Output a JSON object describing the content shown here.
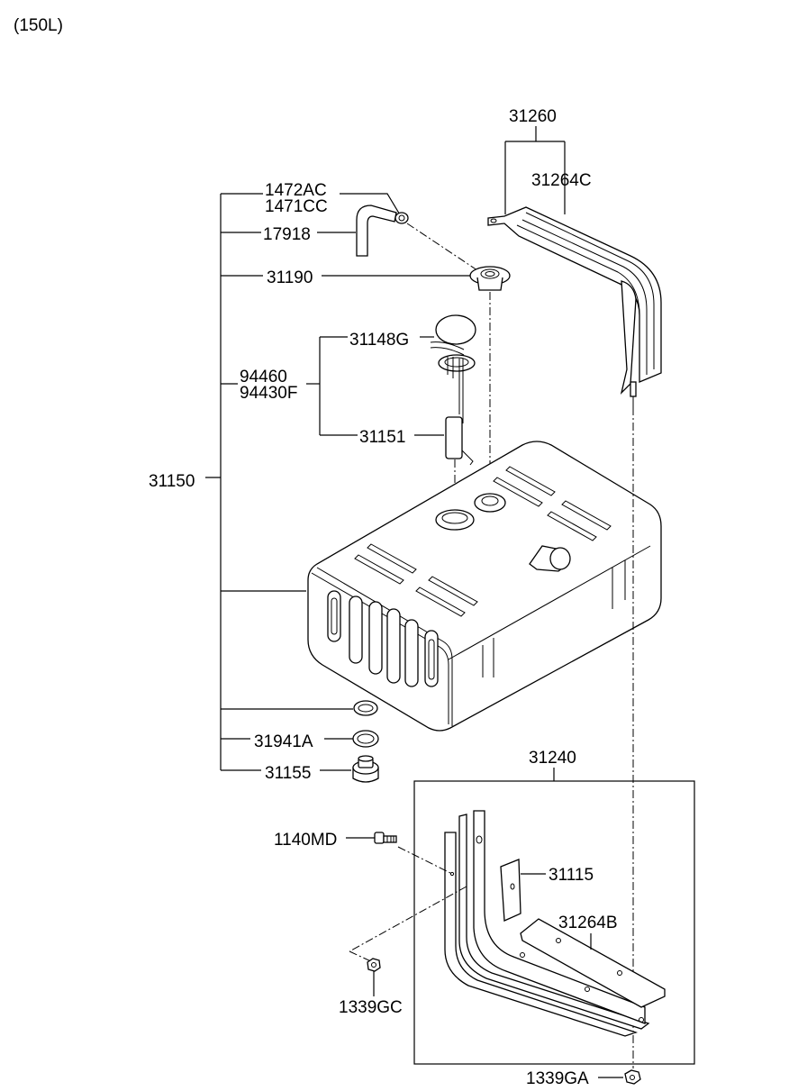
{
  "header": {
    "variant": "(150L)"
  },
  "labels": {
    "p1472AC": "1472AC",
    "p1471CC": "1471CC",
    "p17918": "17918",
    "p31190": "31190",
    "p31148G": "31148G",
    "p94460": "94460",
    "p94430F": "94430F",
    "p31151": "31151",
    "p31150": "31150",
    "p31941A": "31941A",
    "p31155": "31155",
    "p31260": "31260",
    "p31264C": "31264C",
    "p31240": "31240",
    "p1140MD": "1140MD",
    "p31115": "31115",
    "p31264B": "31264B",
    "p1339GC": "1339GC",
    "p1339GA": "1339GA"
  }
}
